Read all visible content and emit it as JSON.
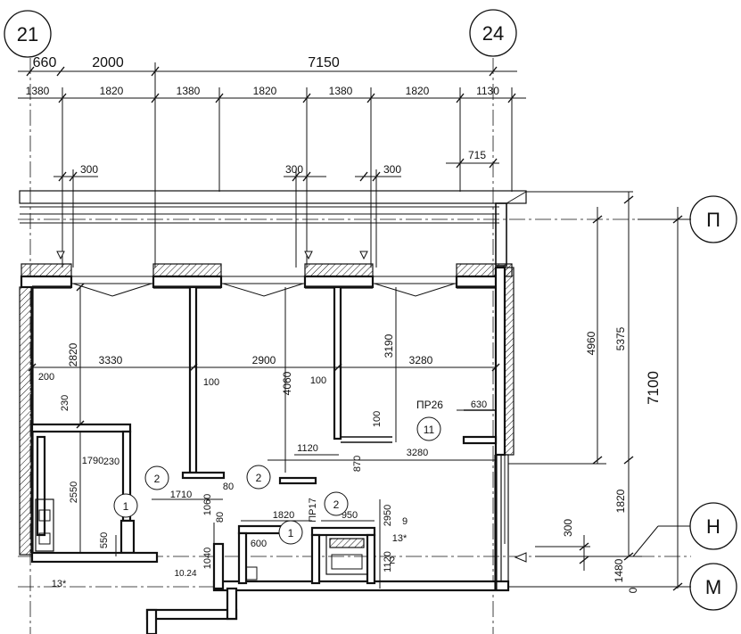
{
  "axes": {
    "top": [
      "21",
      "24"
    ],
    "right": [
      "П",
      "Н",
      "М"
    ]
  },
  "dims_top_row1": [
    "660",
    "2000",
    "7150"
  ],
  "dims_top_row2": [
    "1380",
    "1820",
    "1380",
    "1820",
    "1380",
    "1820",
    "1130"
  ],
  "dims_top_row3": [
    "300",
    "300",
    "300",
    "715"
  ],
  "dims_right": [
    "4960",
    "5375",
    "7100",
    "1820",
    "300",
    "1480",
    "0"
  ],
  "dims_interior": [
    "2820",
    "3330",
    "2900",
    "4060",
    "3190",
    "3280",
    "200",
    "230",
    "100",
    "100",
    "100",
    "630",
    "1120",
    "870",
    "3280",
    "1790",
    "230",
    "2550",
    "550",
    "1710",
    "1060",
    "80",
    "80",
    "1820",
    "950",
    "2950",
    "9",
    "600",
    "1040",
    "1120",
    "13*",
    "2",
    "13*",
    "10.24"
  ],
  "tags": {
    "pr26": "ПР26",
    "pr17": "ПР17"
  },
  "circle_marks": [
    "11",
    "1",
    "2",
    "2",
    "1",
    "2"
  ]
}
